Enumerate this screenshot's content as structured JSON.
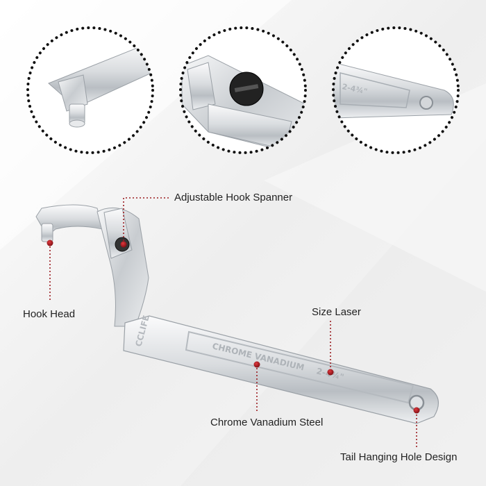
{
  "product": {
    "brand_mark": "CCLIFE",
    "handle_engraving": "CHROME VANADIUM",
    "size_engraving": "2-4¾\"",
    "tail_engraving": "2-4¾\""
  },
  "callouts": {
    "adjustable_hook_spanner": "Adjustable Hook Spanner",
    "hook_head": "Hook Head",
    "size_laser": "Size Laser",
    "chrome_vanadium_steel": "Chrome Vanadium Steel",
    "tail_hanging_hole": "Tail Hanging Hole Design"
  },
  "colors": {
    "background": "#f4f4f4",
    "dot_red": "#8b0f14",
    "leader": "#9b1c20",
    "steel_light": "#e6e8ea",
    "steel_dark": "#9aa0a6",
    "ring_dots": "#111111"
  }
}
